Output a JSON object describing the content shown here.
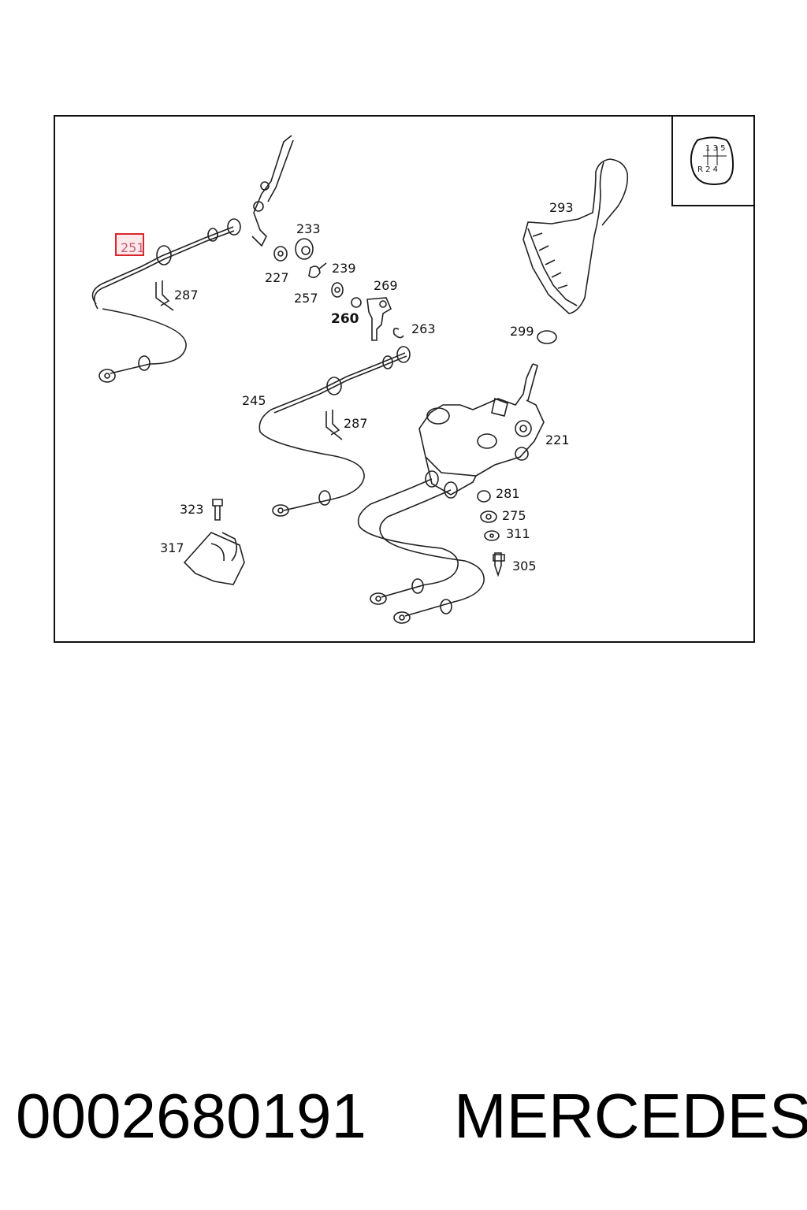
{
  "diagram": {
    "callouts": [
      {
        "id": "251",
        "highlighted": true
      },
      {
        "id": "287"
      },
      {
        "id": "233"
      },
      {
        "id": "227"
      },
      {
        "id": "239"
      },
      {
        "id": "257"
      },
      {
        "id": "269"
      },
      {
        "id": "260"
      },
      {
        "id": "263"
      },
      {
        "id": "293"
      },
      {
        "id": "299"
      },
      {
        "id": "245"
      },
      {
        "id": "287"
      },
      {
        "id": "221"
      },
      {
        "id": "323"
      },
      {
        "id": "281"
      },
      {
        "id": "275"
      },
      {
        "id": "311"
      },
      {
        "id": "317"
      },
      {
        "id": "305"
      }
    ],
    "shift_pattern": {
      "top": "1 3 5",
      "bottom": "R 2 4"
    },
    "highlight_color": "#d9262c"
  },
  "caption": {
    "part_number": "0002680191",
    "brand": "MERCEDES"
  }
}
